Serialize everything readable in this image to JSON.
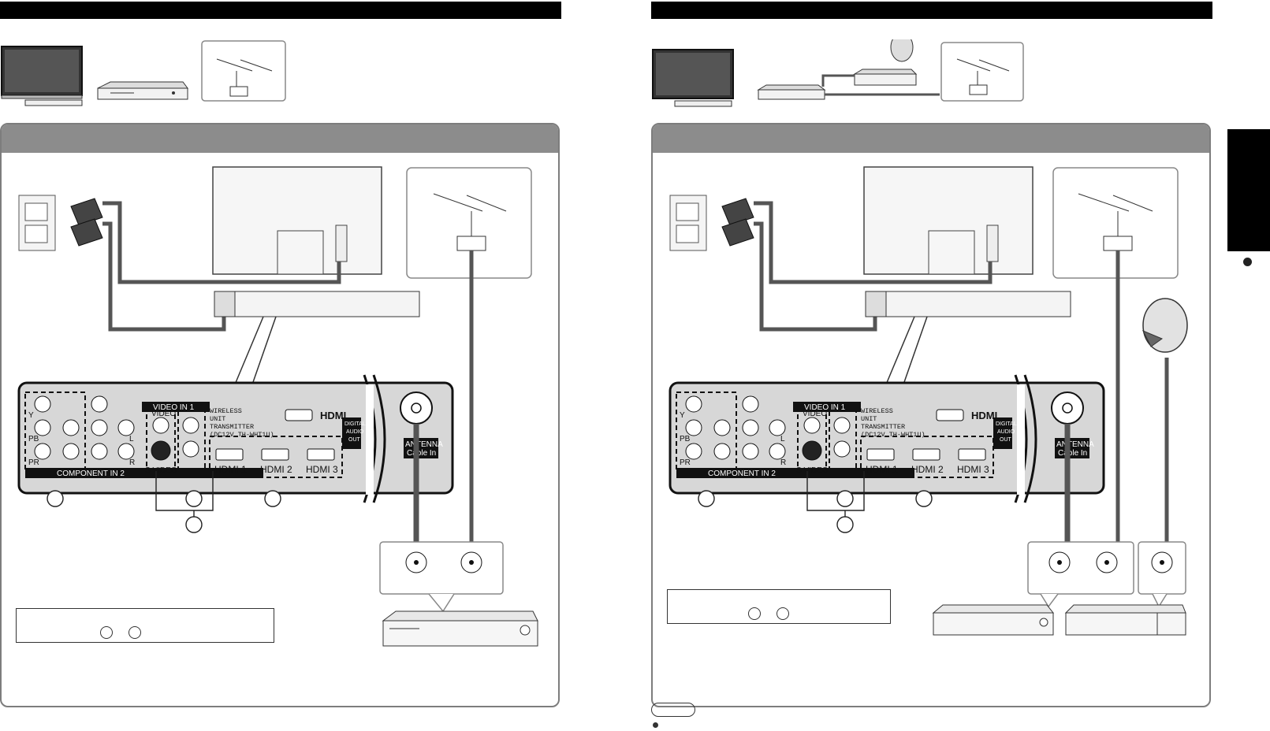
{
  "panel_labels": {
    "video_in_1": "VIDEO IN 1",
    "video": "VIDEO",
    "s_video": "S VIDEO",
    "component_in_2": "COMPONENT IN 2",
    "y": "Y",
    "pb": "PB",
    "pr": "PR",
    "l": "L",
    "r": "R",
    "wireless_1": "WIRELESS",
    "wireless_2": "UNIT",
    "wireless_3": "TRANSMITTER",
    "wireless_4": "(DC12V  TH-WHT1U)",
    "hdmi_logo": "HDMI",
    "hdmi_1": "HDMI 1",
    "hdmi_2": "HDMI 2",
    "hdmi_3": "HDMI 3",
    "antenna_1": "ANTENNA",
    "antenna_2": "Cable In",
    "digital_1": "DIGITAL",
    "digital_2": "AUDIO",
    "digital_3": "OUT"
  },
  "colors": {
    "cable": "#555555",
    "panel_border": "#7d7d7d",
    "title_bar": "#8c8c8c",
    "header": "#000000"
  }
}
